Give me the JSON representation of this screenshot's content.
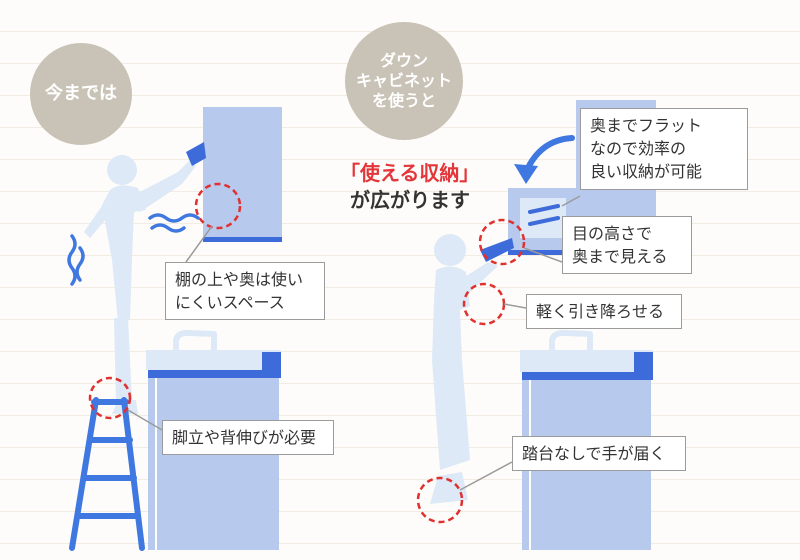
{
  "colors": {
    "figure": "#dde9f6",
    "cabinet": "#b7c9ed",
    "cabinet_edge": "#3d6bd9",
    "accent_blue": "#3f78e0",
    "highlight_circle": "#e0302f",
    "headline_red": "#e3363a",
    "badge": "#c9c2b6"
  },
  "left": {
    "badge": "今までは",
    "callouts": [
      {
        "lines": [
          "棚の上や奥は使い",
          "にくいスペース"
        ]
      },
      {
        "lines": [
          "脚立や背伸びが必要"
        ]
      }
    ]
  },
  "right": {
    "badge_lines": [
      "ダウン",
      "キャビネット",
      "を使うと"
    ],
    "headline_red": "「使える収納」",
    "headline_black": "が広がります",
    "callouts": [
      {
        "lines": [
          "奥までフラット",
          "なので効率の",
          "良い収納が可能"
        ]
      },
      {
        "lines": [
          "目の高さで",
          "奥まで見える"
        ]
      },
      {
        "lines": [
          "軽く引き降ろせる"
        ]
      },
      {
        "lines": [
          "踏台なしで手が届く"
        ]
      }
    ]
  },
  "icons": {
    "curved_arrow": "curved-arrow-icon",
    "shake_marks": "shake-lines-icon",
    "stepladder": "stepladder-icon"
  }
}
